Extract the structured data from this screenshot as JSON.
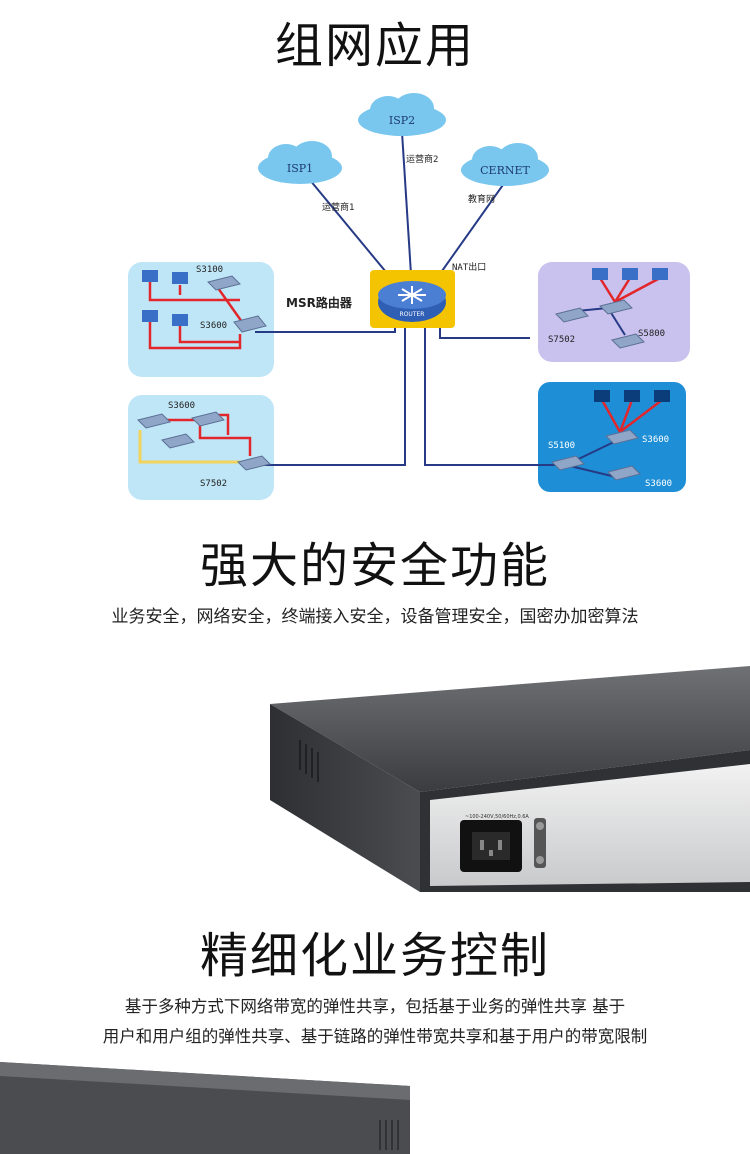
{
  "section1": {
    "title": "组网应用"
  },
  "diagram": {
    "clouds": [
      "ISP1",
      "ISP2",
      "CERNET"
    ],
    "link_labels": [
      "运营商1",
      "运营商2",
      "教育网"
    ],
    "router_label": "MSR路由器",
    "router_badge": "ROUTER",
    "nat_label": "NAT出口",
    "switch_labels": {
      "lan1_top": "S3100",
      "lan1_mid": "S3600",
      "lan2_top": "S3600",
      "lan2_bottom": "S7502",
      "lan3_left": "S7502",
      "lan3_right": "S5800",
      "lan4_left": "S5100",
      "lan4_mid": "S3600",
      "lan4_bottom": "S3600"
    },
    "colors": {
      "lan_light_blue": "#bfe6f7",
      "lan_purple": "#c9c1ee",
      "lan_blue": "#1e8fd6",
      "cloud": "#79c7ee",
      "router_bg": "#f5c400",
      "link": "#263a86",
      "lan_red": "#e1262c",
      "lan_yellow": "#f2d35c"
    }
  },
  "section2": {
    "title": "强大的安全功能",
    "subtitle": "业务安全，网络安全，终端接入安全，设备管理安全，国密办加密算法",
    "device_label": "~100-240V,50/60Hz,0.6A"
  },
  "section3": {
    "title": "精细化业务控制",
    "subtitle_line1": "基于多种方式下网络带宽的弹性共享，包括基于业务的弹性共享 基于",
    "subtitle_line2": "用户和用户组的弹性共享、基于链路的弹性带宽共享和基于用户的带宽限制"
  }
}
